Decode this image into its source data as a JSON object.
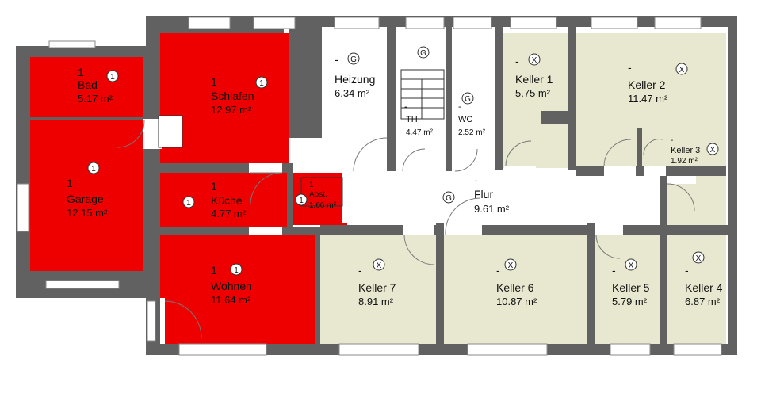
{
  "colors": {
    "wall": "#616161",
    "red": "#ee0000",
    "beige": "#e8e8d0",
    "white": "#ffffff",
    "window": "#ffffff",
    "line": "#8a8a8a"
  },
  "rooms": {
    "bad": {
      "num": "1",
      "name": "Bad",
      "area": "5.17 m²",
      "marker": "1"
    },
    "schlafen": {
      "num": "1",
      "name": "Schlafen",
      "area": "12.97 m²",
      "marker": "1"
    },
    "garage": {
      "num": "1",
      "name": "Garage",
      "area": "12.15 m²",
      "marker": "1"
    },
    "kuche": {
      "num": "1",
      "name": "Küche",
      "area": "4.77 m²",
      "marker": "1"
    },
    "abst": {
      "num": "1",
      "name": "Abst.",
      "area": "1.60 m²",
      "marker": "1"
    },
    "wohnen": {
      "num": "1",
      "name": "Wohnen",
      "area": "11.64 m²",
      "marker": "1"
    },
    "heizung": {
      "num": "-",
      "name": "Heizung",
      "area": "6.34 m²",
      "marker": "G"
    },
    "th": {
      "num": "-",
      "name": "TH",
      "area": "4.47 m²",
      "marker": "G"
    },
    "wc": {
      "num": "-",
      "name": "WC",
      "area": "2.52 m²",
      "marker": "G"
    },
    "flur": {
      "num": "-",
      "name": "Flur",
      "area": "9.61 m²",
      "marker": "G"
    },
    "keller1": {
      "num": "-",
      "name": "Keller 1",
      "area": "5.75 m²",
      "marker": "X"
    },
    "keller2": {
      "num": "-",
      "name": "Keller 2",
      "area": "11.47 m²",
      "marker": "X"
    },
    "keller3": {
      "num": "-",
      "name": "Keller 3",
      "area": "1.92 m²",
      "marker": "X"
    },
    "keller4": {
      "num": "-",
      "name": "Keller 4",
      "area": "6.87 m²",
      "marker": "X"
    },
    "keller5": {
      "num": "-",
      "name": "Keller 5",
      "area": "5.79 m²",
      "marker": "X"
    },
    "keller6": {
      "num": "-",
      "name": "Keller 6",
      "area": "10.87 m²",
      "marker": "X"
    },
    "keller7": {
      "num": "-",
      "name": "Keller 7",
      "area": "8.91 m²",
      "marker": "X"
    }
  }
}
